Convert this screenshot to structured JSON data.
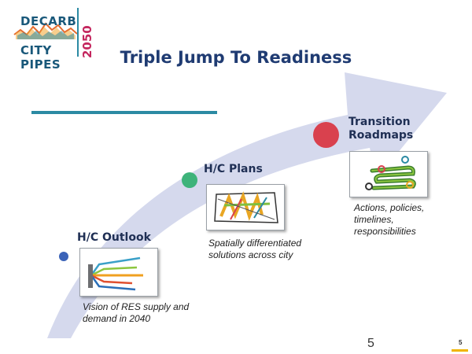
{
  "logo": {
    "line1": "DECARB",
    "line2": "CITY PIPES",
    "year": "2050"
  },
  "title": "Triple Jump To Readiness",
  "steps": [
    {
      "label": "H/C Outlook",
      "description": "Vision of RES supply and demand in 2040",
      "dot_color": "#3b63b8",
      "icon": "outlook-flow-icon"
    },
    {
      "label": "H/C Plans",
      "description": "Spatially differentiated solutions across city",
      "dot_color": "#3db37a",
      "icon": "city-map-icon"
    },
    {
      "label": "Transition Roadmaps",
      "description": "Actions, policies, timelines, responsibilities",
      "dot_color": "#d9414e",
      "icon": "roadmap-path-icon"
    }
  ],
  "page_number": "5",
  "corner_page_number": "5",
  "colors": {
    "title": "#1f3b72",
    "arrow": "#d3d7ec",
    "accent_bar": "#2b8aa3",
    "corner_bar": "#f0b400"
  }
}
